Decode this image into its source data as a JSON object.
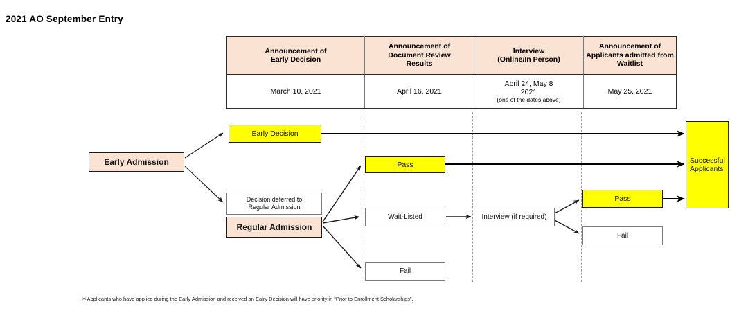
{
  "page": {
    "title": "2021 AO September Entry",
    "footnote": "＊Applicants who have applied during the Early Admission and received an Ealry Decision will have priority in “Prior to Enrollment Scholarships”."
  },
  "colors": {
    "header_fill": "#fae3d2",
    "highlight_fill": "#ffff00",
    "box_border": "#7a7a7a",
    "strong_border": "#1a1a1a",
    "guide_line": "#9a9a9a"
  },
  "schedule": {
    "columns": [
      {
        "header": "Announcement of\nEarly Decision",
        "header_line1": "Announcement of",
        "header_line2": "Early Decision",
        "header_line3": "",
        "date": "March 10, 2021",
        "date_line2": "",
        "date_note": ""
      },
      {
        "header": "Announcement of Document Review Results",
        "header_line1": "Announcement of",
        "header_line2": "Document Review",
        "header_line3": "Results",
        "date": "April 16, 2021",
        "date_line2": "",
        "date_note": ""
      },
      {
        "header": "Interview (Online/In Person)",
        "header_line1": "Interview",
        "header_line2": "(Online/In Person)",
        "header_line3": "",
        "date": "April 24, May 8",
        "date_line2": "2021",
        "date_note": "(one of the dates above)"
      },
      {
        "header": "Announcement of Applicants admitted from Waitlist",
        "header_line1": "Announcement of",
        "header_line2": "Applicants admitted from",
        "header_line3": "Waitlist",
        "date": "May 25, 2021",
        "date_line2": "",
        "date_note": ""
      }
    ]
  },
  "flow": {
    "early_admission": "Early Admission",
    "early_decision": "Early Decision",
    "deferred_line1": "Decision deferred to",
    "deferred_line2": "Regular Admission",
    "regular_admission": "Regular Admission",
    "doc_pass": "Pass",
    "doc_waitlisted": "Wait-Listed",
    "doc_fail": "Fail",
    "interview": "Interview (if required)",
    "interview_pass": "Pass",
    "interview_fail": "Fail",
    "successful_line1": "Successful",
    "successful_line2": "Applicants"
  }
}
